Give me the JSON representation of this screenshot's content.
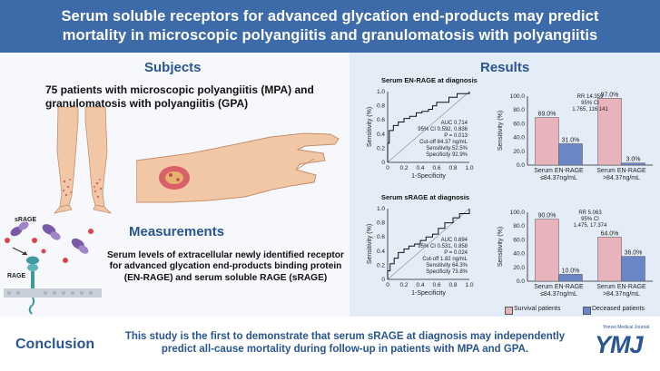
{
  "header": {
    "line1": "Serum soluble receptors for advanced glycation end-products may predict",
    "line2": "mortality in microscopic polyangiitis and granulomatosis with polyangiitis"
  },
  "subjects": {
    "title": "Subjects",
    "text": "75 patients with microscopic polyangiitis (MPA) and granulomatosis with polyangiitis (GPA)"
  },
  "measurements": {
    "title": "Measurements",
    "text": "Serum levels of extracellular newly identified receptor for advanced glycation end-products binding protein (EN-RAGE) and serum soluble RAGE (sRAGE)",
    "diagram_labels": [
      "sRAGE",
      "RAGE"
    ]
  },
  "results": {
    "title": "Results"
  },
  "legend": {
    "survival": "Survival patients",
    "deceased": "Deceased patients",
    "survival_color": "#e8b4bb",
    "deceased_color": "#6b86c6"
  },
  "chart_data": [
    {
      "type": "line",
      "title": "Serum EN-RAGE at diagnosis",
      "xlabel": "1-Specificity",
      "ylabel": "Sensitivity (%)",
      "xticks": [
        "0",
        "0.2",
        "0.4",
        "0.6",
        "0.8",
        "1.0"
      ],
      "yticks": [
        "0",
        "0.2",
        "0.4",
        "0.6",
        "0.8",
        "1.0"
      ],
      "xlim": [
        0,
        1
      ],
      "ylim": [
        0,
        1
      ],
      "annotations": [
        "AUC 0.714",
        "95% CI 0.592, 0.836",
        "P = 0.013",
        "Cut-off 84.37 ng/mL",
        "Sensitivity 52.5%",
        "Specificity 92.9%"
      ],
      "x": [
        0,
        0,
        0.02,
        0.02,
        0.07,
        0.07,
        0.13,
        0.13,
        0.2,
        0.2,
        0.27,
        0.27,
        0.35,
        0.35,
        0.42,
        0.42,
        0.5,
        0.5,
        0.55,
        0.55,
        0.6,
        0.6,
        0.75,
        0.75,
        0.85,
        0.85,
        1.0,
        1.0
      ],
      "y": [
        0,
        0.27,
        0.27,
        0.45,
        0.45,
        0.52,
        0.52,
        0.57,
        0.57,
        0.62,
        0.62,
        0.65,
        0.65,
        0.7,
        0.7,
        0.72,
        0.72,
        0.75,
        0.75,
        0.8,
        0.8,
        0.85,
        0.85,
        0.92,
        0.92,
        0.97,
        0.97,
        1.0
      ]
    },
    {
      "type": "line",
      "title": "Serum sRAGE at diagnosis",
      "xlabel": "1-Specificity",
      "ylabel": "Sensitivity (%)",
      "xticks": [
        "0",
        "0.2",
        "0.4",
        "0.6",
        "0.8",
        "1.0"
      ],
      "yticks": [
        "0",
        "0.2",
        "0.4",
        "0.6",
        "0.8",
        "1.0"
      ],
      "xlim": [
        0,
        1
      ],
      "ylim": [
        0,
        1
      ],
      "annotations": [
        "AUC 0.694",
        "95% CI 0.531, 0.858",
        "P = 0.024",
        "Cut-off 1.82 ng/mL",
        "Sensitivity 64.3%",
        "Specificity 73.8%"
      ],
      "x": [
        0,
        0,
        0.03,
        0.03,
        0.08,
        0.08,
        0.13,
        0.13,
        0.2,
        0.2,
        0.26,
        0.26,
        0.33,
        0.33,
        0.4,
        0.4,
        0.47,
        0.47,
        0.55,
        0.55,
        0.62,
        0.62,
        0.7,
        0.7,
        0.8,
        0.8,
        0.88,
        0.88,
        1.0,
        1.0
      ],
      "y": [
        0,
        0.12,
        0.12,
        0.22,
        0.22,
        0.3,
        0.3,
        0.38,
        0.38,
        0.43,
        0.43,
        0.47,
        0.47,
        0.5,
        0.5,
        0.55,
        0.55,
        0.6,
        0.6,
        0.64,
        0.64,
        0.72,
        0.72,
        0.8,
        0.8,
        0.87,
        0.87,
        0.93,
        0.93,
        1.0
      ]
    },
    {
      "type": "bar",
      "ylabel": "Sensitivity (%)",
      "ylim": [
        0,
        100
      ],
      "yticks": [
        "0.0",
        "20.0",
        "40.0",
        "60.0",
        "80.0",
        "100.0"
      ],
      "categories": [
        [
          "Serum EN-RAGE",
          "≤84.37ng/mL"
        ],
        [
          "Serum EN-RAGE",
          ">84.37ng/mL"
        ]
      ],
      "series": [
        {
          "name": "Survival patients",
          "values": [
            69.0,
            97.0
          ],
          "labels": [
            "69.0%",
            "97.0%"
          ]
        },
        {
          "name": "Deceased patients",
          "values": [
            31.0,
            3.0
          ],
          "labels": [
            "31.0%",
            "3.0%"
          ]
        }
      ],
      "annotations": [
        "RR 14.359",
        "95% CI",
        "1.765, 116.141"
      ]
    },
    {
      "type": "bar",
      "ylabel": "Sensitivity (%)",
      "ylim": [
        0,
        100
      ],
      "yticks": [
        "0.0",
        "20.0",
        "40.0",
        "60.0",
        "80.0",
        "100.0"
      ],
      "categories": [
        [
          "Serum EN-RAGE",
          "≤84.37ng/mL"
        ],
        [
          "Serum EN-RAGE",
          ">84.37ng/mL"
        ]
      ],
      "series": [
        {
          "name": "Survival patients",
          "values": [
            90.0,
            64.0
          ],
          "labels": [
            "90.0%",
            "64.0%"
          ]
        },
        {
          "name": "Deceased patients",
          "values": [
            10.0,
            36.0
          ],
          "labels": [
            "10.0%",
            "36.0%"
          ]
        }
      ],
      "annotations": [
        "RR 5.063",
        "95% CI",
        "1.475, 17.374"
      ]
    }
  ],
  "conclusion": {
    "title": "Conclusion",
    "text": "This study is the first to demonstrate that serum sRAGE at diagnosis may independently predict all-cause mortality during follow-up in patients with MPA and GPA."
  },
  "journal": {
    "name": "Yonsei Medical Journal",
    "logo": "YMJ"
  }
}
